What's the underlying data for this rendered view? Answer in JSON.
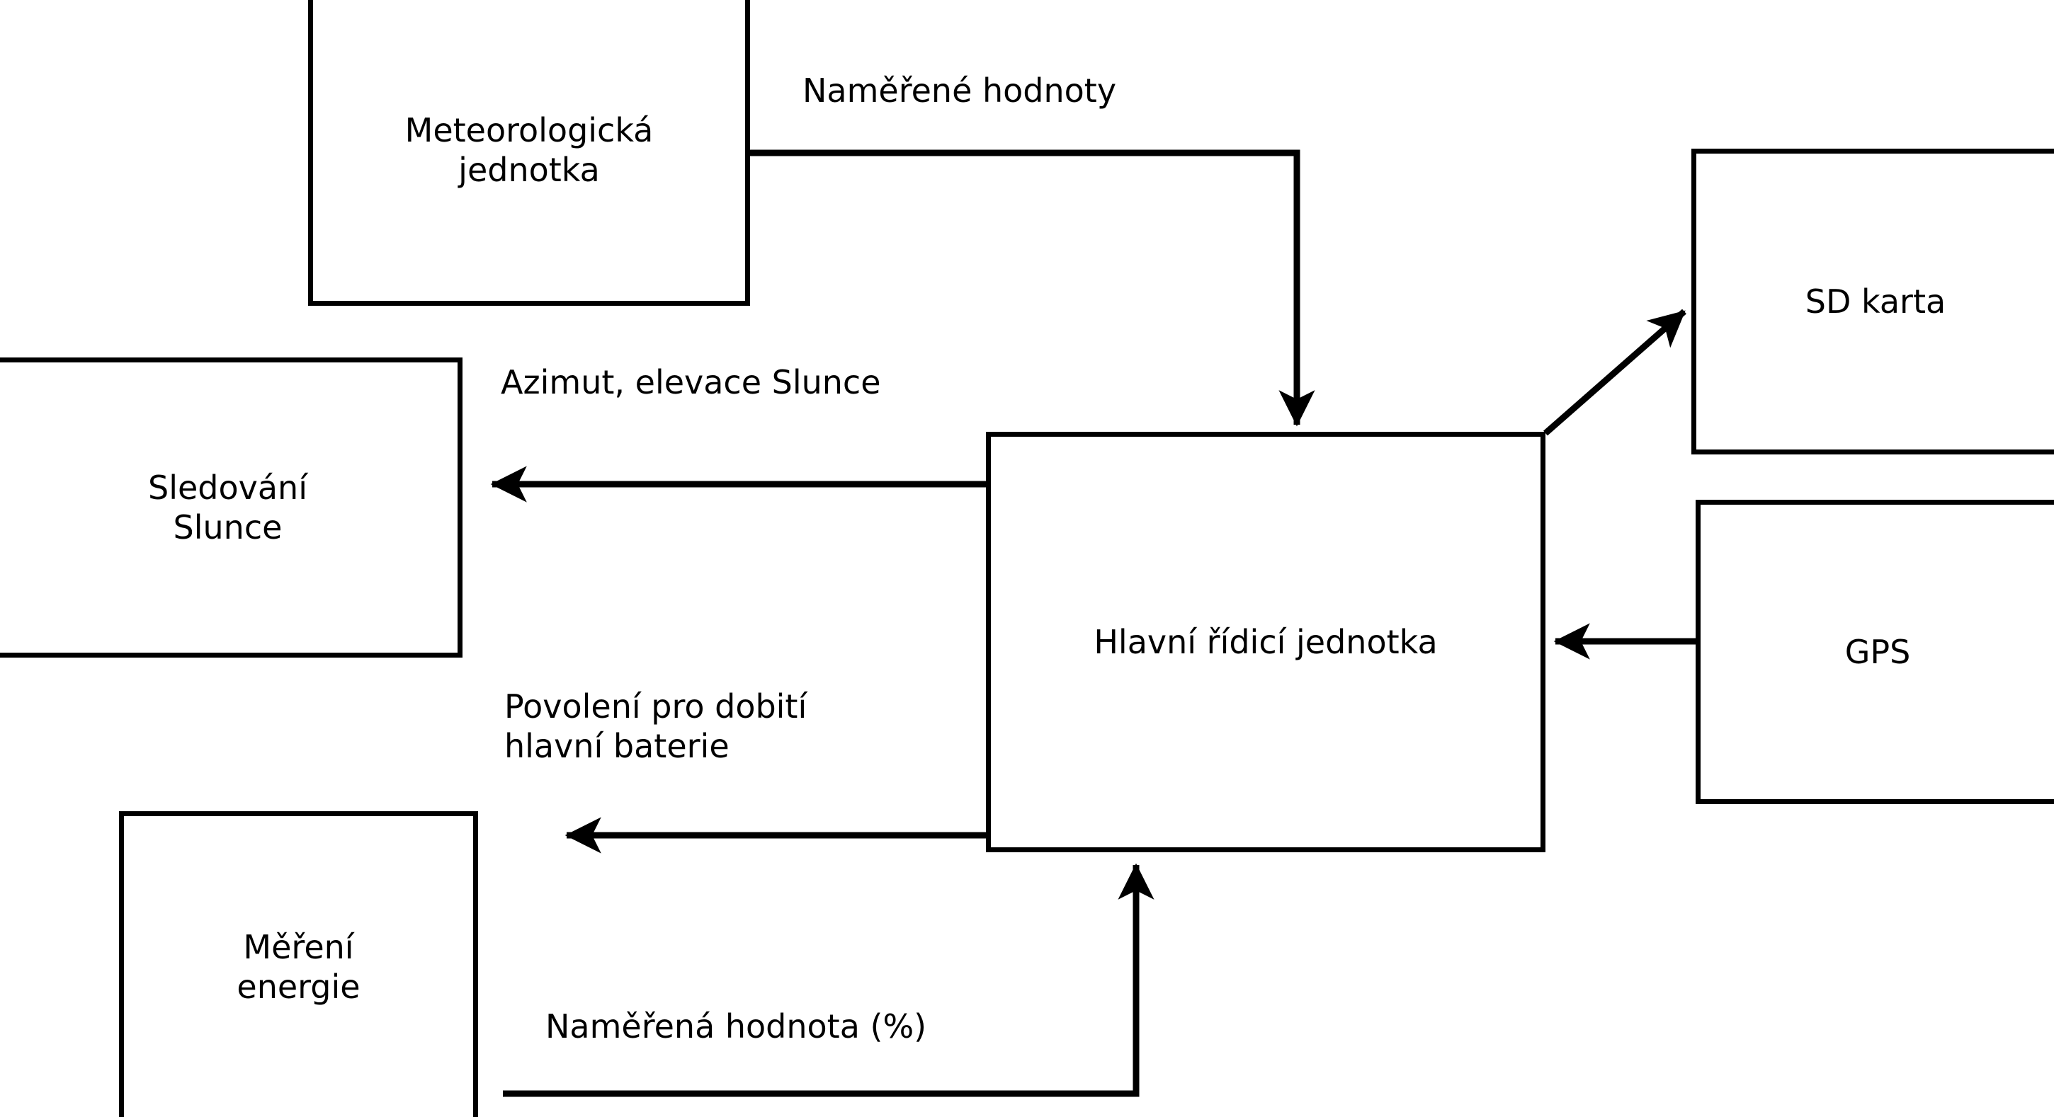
{
  "diagram": {
    "type": "block-diagram",
    "language": "cs",
    "background_color": "#ffffff",
    "stroke_color": "#000000",
    "nodes": [
      {
        "id": "meteo",
        "label": "Meteorologická\njednotka",
        "shape": "rectangle"
      },
      {
        "id": "tracking",
        "label": "Sledování\nSlunce",
        "shape": "rectangle"
      },
      {
        "id": "energy",
        "label": "Měření\nenergie",
        "shape": "rectangle"
      },
      {
        "id": "main",
        "label": "Hlavní řídicí jednotka",
        "shape": "rectangle"
      },
      {
        "id": "sdcard",
        "label": "SD karta",
        "shape": "rectangle"
      },
      {
        "id": "gps",
        "label": "GPS",
        "shape": "rectangle"
      }
    ],
    "edges": [
      {
        "id": "e-measured-values",
        "from": "meteo",
        "to": "main",
        "label": "Naměřené hodnoty",
        "direction": "down"
      },
      {
        "id": "e-sun-position",
        "from": "main",
        "to": "tracking",
        "label": "Azimut, elevace Slunce",
        "direction": "left"
      },
      {
        "id": "e-charge-permission",
        "from": "main",
        "to": "energy",
        "label": "Povolení pro dobití\nhlavní baterie",
        "direction": "left"
      },
      {
        "id": "e-measured-percent",
        "from": "energy",
        "to": "main",
        "label": "Naměřená hodnota (%)",
        "direction": "up"
      },
      {
        "id": "e-sdcard",
        "from": "main",
        "to": "sdcard",
        "label": "",
        "direction": "up-right"
      },
      {
        "id": "e-gps",
        "from": "gps",
        "to": "main",
        "label": "",
        "direction": "left"
      }
    ]
  }
}
